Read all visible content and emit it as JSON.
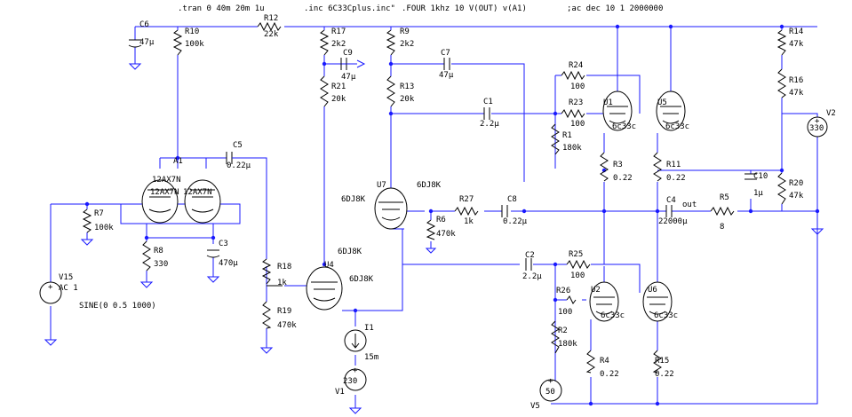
{
  "directives": {
    "tran": ".tran 0 40m 20m 1u",
    "inc": ".inc 6C33Cplus.inc\"",
    "four": ".FOUR 1khz 10 V(OUT) v(A1)",
    "ac": ";ac dec 10 1 2000000"
  },
  "labels": {
    "a1_net": "A1",
    "out_net": "out",
    "v15_source": "SINE(0 0.5 1000)",
    "u7_model_top": "6DJ8K",
    "u7_model_side": "6DJ8K",
    "u4_model_top": "6DJ8K",
    "u4_model_side": "6DJ8K",
    "overlap_text": "12AX7N",
    "overlap_text2": "12AX7N"
  },
  "components": {
    "C6": {
      "name": "C6",
      "value": "47µ"
    },
    "R10": {
      "name": "R10",
      "value": "100k"
    },
    "R12": {
      "name": "R12",
      "value": "22k"
    },
    "R17": {
      "name": "R17",
      "value": "2k2"
    },
    "C9": {
      "name": "C9",
      "value": "47µ"
    },
    "R21": {
      "name": "R21",
      "value": "20k"
    },
    "R9": {
      "name": "R9",
      "value": "2k2"
    },
    "R13": {
      "name": "R13",
      "value": "20k"
    },
    "C7": {
      "name": "C7",
      "value": "47µ"
    },
    "C1": {
      "name": "C1",
      "value": "2.2µ"
    },
    "R24": {
      "name": "R24",
      "value": "100"
    },
    "R23": {
      "name": "R23",
      "value": "100"
    },
    "R1": {
      "name": "R1",
      "value": "180k"
    },
    "U1": {
      "name": "U1",
      "value": "6c33c"
    },
    "U5": {
      "name": "U5",
      "value": "6c33c"
    },
    "R14": {
      "name": "R14",
      "value": "47k"
    },
    "R16": {
      "name": "R16",
      "value": "47k"
    },
    "V2": {
      "name": "V2",
      "value": "330"
    },
    "R3": {
      "name": "R3",
      "value": "0.22"
    },
    "R11": {
      "name": "R11",
      "value": "0.22"
    },
    "C10": {
      "name": "C10",
      "value": "1µ"
    },
    "R20": {
      "name": "R20",
      "value": "47k"
    },
    "C4": {
      "name": "C4",
      "value": "22000µ"
    },
    "R5": {
      "name": "R5",
      "value": "8"
    },
    "C5": {
      "name": "C5",
      "value": "0.22µ"
    },
    "R7": {
      "name": "R7",
      "value": "100k"
    },
    "R8": {
      "name": "R8",
      "value": "330"
    },
    "C3": {
      "name": "C3",
      "value": "470µ"
    },
    "V15": {
      "name": "V15",
      "value": "AC 1"
    },
    "U7": {
      "name": "U7"
    },
    "R6": {
      "name": "R6",
      "value": "470k"
    },
    "R27": {
      "name": "R27",
      "value": "1k"
    },
    "C8": {
      "name": "C8",
      "value": "0.22µ"
    },
    "R18": {
      "name": "R18",
      "value": "1k"
    },
    "R19": {
      "name": "R19",
      "value": "470k"
    },
    "U4": {
      "name": "U4"
    },
    "I1": {
      "name": "I1",
      "value": "15m"
    },
    "V1": {
      "name": "V1",
      "value": "230"
    },
    "C2": {
      "name": "C2",
      "value": "2.2µ"
    },
    "R25": {
      "name": "R25",
      "value": "100"
    },
    "R26": {
      "name": "R26",
      "value": "100"
    },
    "U2": {
      "name": "U2",
      "value": "6c33c"
    },
    "U6": {
      "name": "U6",
      "value": "6c33c"
    },
    "R2": {
      "name": "R2",
      "value": "180k"
    },
    "V5": {
      "name": "V5",
      "value": "50"
    },
    "R4": {
      "name": "R4",
      "value": "0.22"
    },
    "R15": {
      "name": "R15",
      "value": "0.22"
    }
  }
}
